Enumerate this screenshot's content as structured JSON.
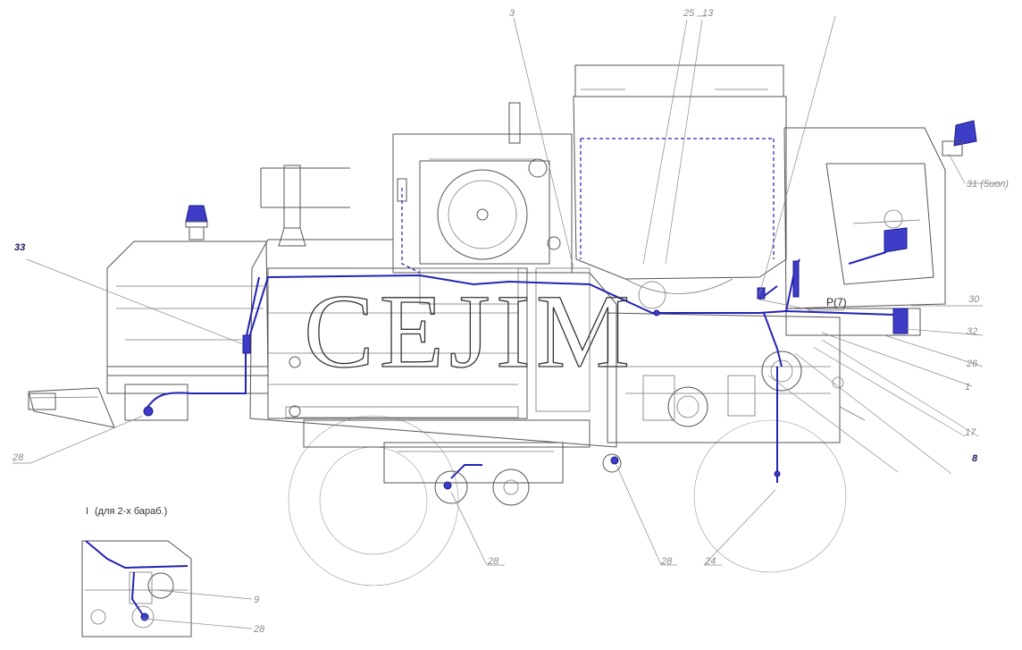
{
  "watermark": "CEJIM",
  "callouts": {
    "c3": "3",
    "c25": "25",
    "c13": "13",
    "c33": "33",
    "c31": "31 (5иол)",
    "cP7": "P(7)",
    "c30": "30",
    "c32": "32",
    "c26": "26",
    "c1": "1",
    "c17": "17",
    "c8": "8",
    "c28_left": "28",
    "c28_mid": "28",
    "c28_right": "28",
    "c24": "24",
    "c9": "9",
    "c28_inset": "28"
  },
  "inset": {
    "marker": "I",
    "caption": "(для 2-х бараб.)"
  },
  "colors": {
    "harness": "#2323b4",
    "outline": "#555555",
    "callout": "#888888"
  }
}
